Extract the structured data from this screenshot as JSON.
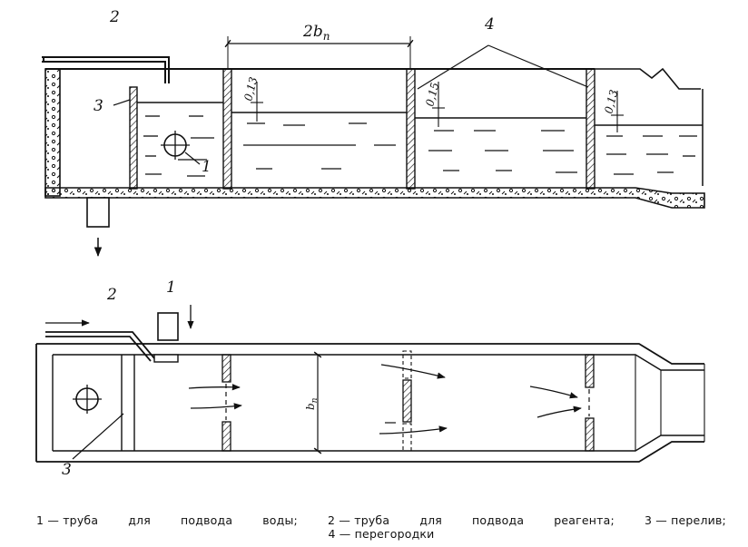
{
  "labels": {
    "pipe_reagent": "2",
    "overflow": "3",
    "partitions": "4",
    "dim_length": "2b",
    "dim_length_sub": "п",
    "pipe_water": "1",
    "h1": "0,13",
    "h2": "0,15",
    "h3": "0,13",
    "width_label": "b",
    "width_label_sub": "п"
  },
  "caption": {
    "line1": [
      "1 — труба",
      "для",
      "подвода",
      "воды;",
      "2 — труба",
      "для",
      "подвода",
      "реагента;",
      "3 — перелив;"
    ],
    "line2": "4 — перегородки"
  }
}
